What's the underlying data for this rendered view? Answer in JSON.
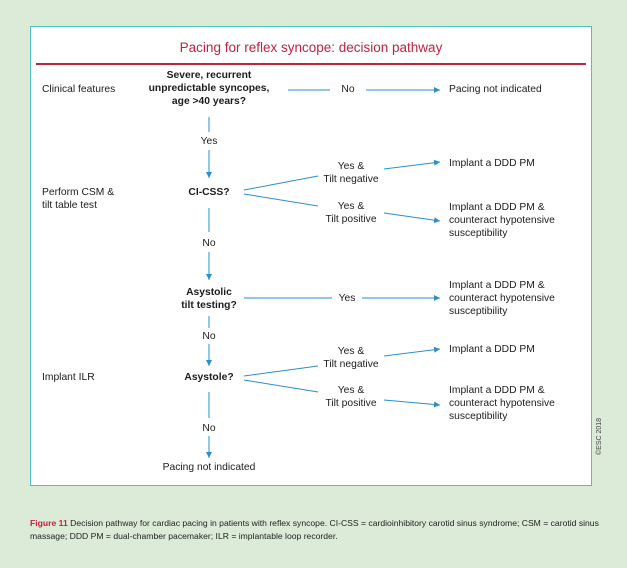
{
  "title": "Pacing for reflex syncope: decision pathway",
  "rows": {
    "clinical": "Clinical features",
    "csm_line1": "Perform CSM &",
    "csm_line2": "tilt table test",
    "ilr": "Implant ILR"
  },
  "nodes": {
    "q1_l1": "Severe, recurrent",
    "q1_l2": "unpredictable syncopes,",
    "q1_l3": "age >40 years?",
    "q2": "CI-CSS?",
    "q3_l1": "Asystolic",
    "q3_l2": "tilt testing?",
    "q4": "Asystole?",
    "end": "Pacing not indicated"
  },
  "labels": {
    "no": "No",
    "yes": "Yes",
    "yes_amp": "Yes &",
    "tilt_neg": "Tilt negative",
    "tilt_pos": "Tilt positive"
  },
  "outcomes": {
    "not_indicated": "Pacing not indicated",
    "ddd": "Implant a DDD PM",
    "ddd_amp": "Implant a DDD PM &",
    "counteract": "counteract hypotensive",
    "susceptibility": "susceptibility"
  },
  "caption": {
    "fig": "Figure 11",
    "text": "Decision pathway for cardiac pacing in patients with reflex syncope. CI-CSS = cardioinhibitory carotid sinus syndrome; CSM = carotid sinus massage; DDD PM = dual-chamber pacemaker; ILR = implantable loop recorder."
  },
  "copyright": "©ESC 2018",
  "colors": {
    "accent": "#c0233d",
    "border": "#4cc1cc",
    "arrow": "#2a8fcc",
    "background": "#dcebd7"
  }
}
